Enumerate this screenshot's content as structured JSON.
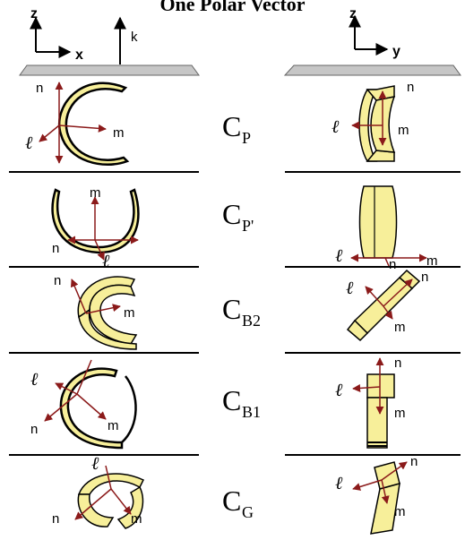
{
  "title": "One Polar Vector",
  "axes": {
    "left": {
      "vertical": "z",
      "horizontal": "x",
      "extra": "k"
    },
    "right": {
      "vertical": "z",
      "horizontal": "y"
    }
  },
  "vector_labels": {
    "n": "n",
    "m": "m",
    "l": "ℓ"
  },
  "configurations": [
    {
      "main": "C",
      "sub": "P"
    },
    {
      "main": "C",
      "sub": "P'"
    },
    {
      "main": "C",
      "sub": "B2"
    },
    {
      "main": "C",
      "sub": "B1"
    },
    {
      "main": "C",
      "sub": "G"
    }
  ],
  "colors": {
    "ribbon_fill": "#f7ef9a",
    "vector": "#8b1a1a",
    "plate": "#c0c0c0",
    "line": "#000000"
  }
}
